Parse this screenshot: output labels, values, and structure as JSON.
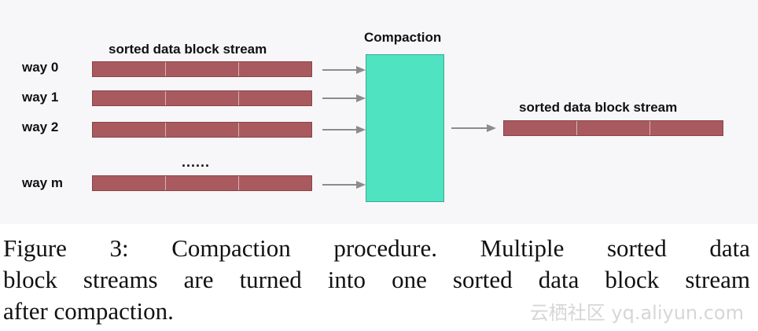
{
  "diagram": {
    "input_stream_title": "sorted data block stream",
    "ways": [
      "way 0",
      "way 1",
      "way 2",
      "way m"
    ],
    "ellipsis": "......",
    "compaction_label": "Compaction",
    "output_stream_title": "sorted data block stream",
    "colors": {
      "stream_bar": "#a85a5f",
      "compaction_box": "#4fe3c1",
      "arrow": "#8c8c8c"
    }
  },
  "caption": {
    "line1_words": [
      "Figure",
      "3:",
      "Compaction",
      "procedure.",
      "Multiple",
      "sorted",
      "data"
    ],
    "line2_words": [
      "block",
      "streams",
      "are",
      "turned",
      "into",
      "one",
      "sorted",
      "data",
      "block",
      "stream"
    ],
    "line3": "after compaction."
  },
  "watermark": "云栖社区 yq.aliyun.com"
}
